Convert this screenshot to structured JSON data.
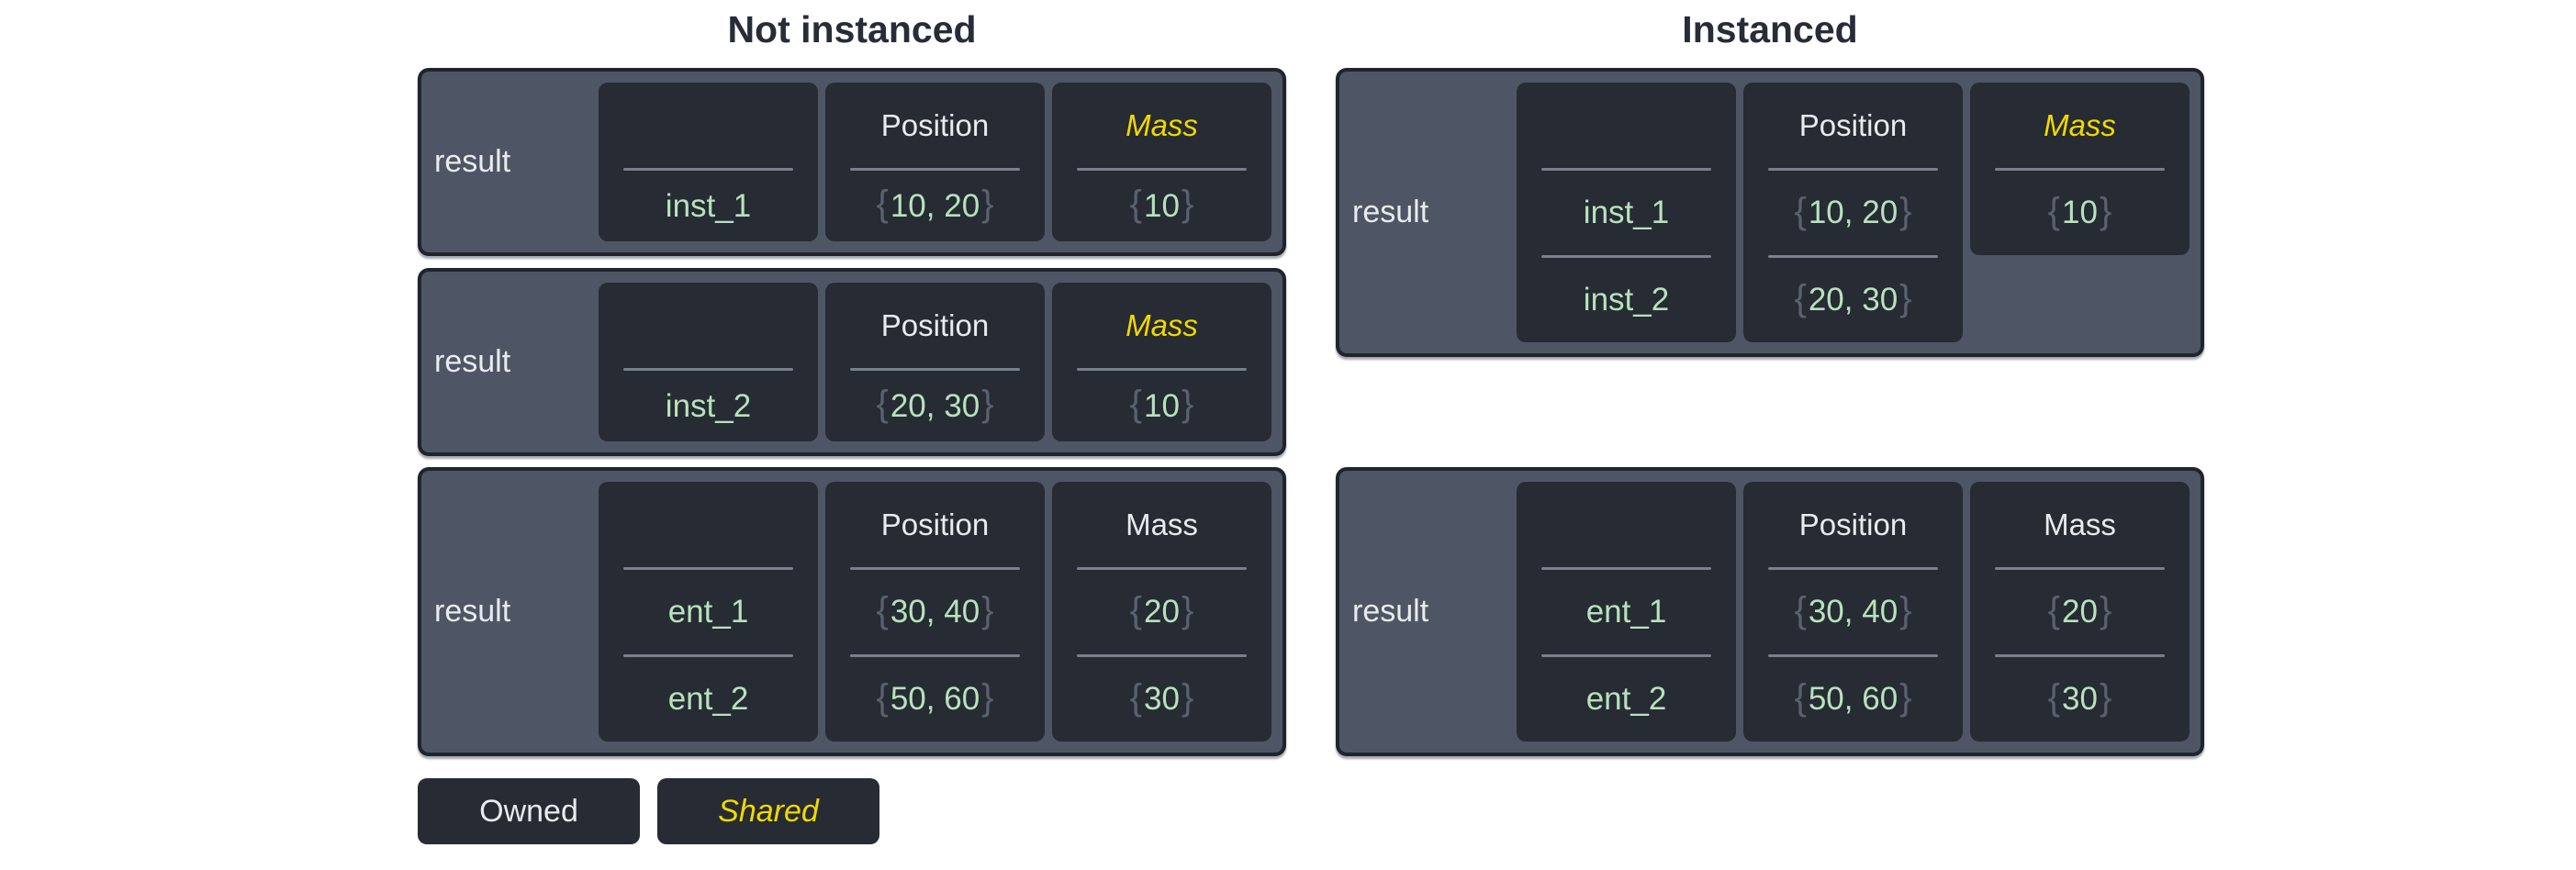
{
  "colors": {
    "background": "#ffffff",
    "title_text": "#272c38",
    "panel_bg": "#4e5565",
    "panel_border": "#20242d",
    "cell_bg": "#262b34",
    "light_text": "#e9ebee",
    "value_green": "#b7e2bb",
    "brace_gray": "#59616f",
    "shared_yellow": "#f2d800",
    "divider_gray": "#78808e"
  },
  "groups": [
    {
      "title": "Not instanced",
      "tables": [
        {
          "label": "result",
          "columns": [
            {
              "header": "",
              "cells": [
                {
                  "text": "inst_1"
                }
              ]
            },
            {
              "header": "Position",
              "cells": [
                {
                  "open": "{",
                  "body": "10, 20",
                  "close": "}"
                }
              ]
            },
            {
              "header": "Mass",
              "style": "shared",
              "cells": [
                {
                  "open": "{",
                  "body": "10",
                  "close": "}"
                }
              ]
            }
          ]
        },
        {
          "label": "result",
          "columns": [
            {
              "header": "",
              "cells": [
                {
                  "text": "inst_2"
                }
              ]
            },
            {
              "header": "Position",
              "cells": [
                {
                  "open": "{",
                  "body": "20, 30",
                  "close": "}"
                }
              ]
            },
            {
              "header": "Mass",
              "style": "shared",
              "cells": [
                {
                  "open": "{",
                  "body": "10",
                  "close": "}"
                }
              ]
            }
          ]
        },
        {
          "label": "result",
          "columns": [
            {
              "header": "",
              "cells": [
                {
                  "text": "ent_1"
                },
                {
                  "text": "ent_2"
                }
              ]
            },
            {
              "header": "Position",
              "cells": [
                {
                  "open": "{",
                  "body": "30, 40",
                  "close": "}"
                },
                {
                  "open": "{",
                  "body": "50, 60",
                  "close": "}"
                }
              ]
            },
            {
              "header": "Mass",
              "style": "owned",
              "cells": [
                {
                  "open": "{",
                  "body": "20",
                  "close": "}"
                },
                {
                  "open": "{",
                  "body": "30",
                  "close": "}"
                }
              ]
            }
          ]
        }
      ]
    },
    {
      "title": "Instanced",
      "tables": [
        {
          "label": "result",
          "columns": [
            {
              "header": "",
              "cells": [
                {
                  "text": "inst_1"
                },
                {
                  "text": "inst_2"
                }
              ]
            },
            {
              "header": "Position",
              "cells": [
                {
                  "open": "{",
                  "body": "10, 20",
                  "close": "}"
                },
                {
                  "open": "{",
                  "body": "20, 30",
                  "close": "}"
                }
              ]
            },
            {
              "header": "Mass",
              "style": "shared",
              "short": true,
              "cells": [
                {
                  "open": "{",
                  "body": "10",
                  "close": "}"
                }
              ]
            }
          ]
        },
        {
          "label": "result",
          "columns": [
            {
              "header": "",
              "cells": [
                {
                  "text": "ent_1"
                },
                {
                  "text": "ent_2"
                }
              ]
            },
            {
              "header": "Position",
              "cells": [
                {
                  "open": "{",
                  "body": "30, 40",
                  "close": "}"
                },
                {
                  "open": "{",
                  "body": "50, 60",
                  "close": "}"
                }
              ]
            },
            {
              "header": "Mass",
              "style": "owned",
              "cells": [
                {
                  "open": "{",
                  "body": "20",
                  "close": "}"
                },
                {
                  "open": "{",
                  "body": "30",
                  "close": "}"
                }
              ]
            }
          ]
        }
      ]
    }
  ],
  "legend": {
    "owned_label": "Owned",
    "shared_label": "Shared"
  }
}
